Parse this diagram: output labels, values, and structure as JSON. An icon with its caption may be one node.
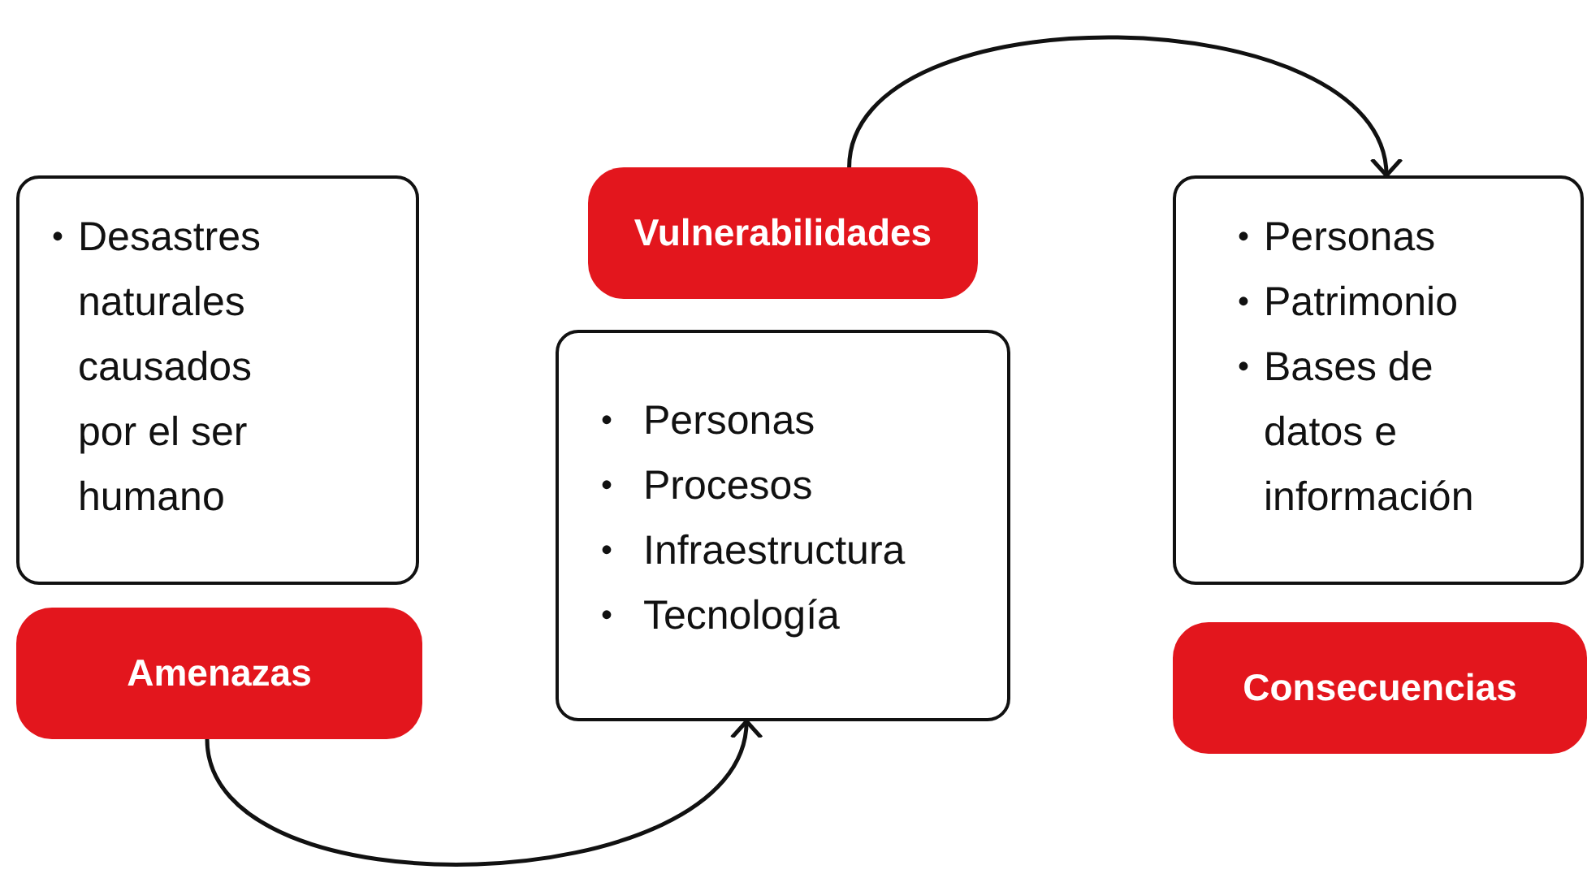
{
  "diagram": {
    "nodes": [
      {
        "text": [
          "Desastres naturales causados por el ser humano"
        ]
      },
      {
        "text": [
          "Amenazas"
        ]
      },
      {
        "text": [
          "Vulnerabilidades"
        ]
      },
      {
        "text": [
          "Personas",
          "Procesos",
          "Infraestructura",
          "Tecnología"
        ]
      },
      {
        "text": [
          "Personas",
          "Patrimonio",
          "Bases de datos e información"
        ]
      },
      {
        "text": [
          "Consecuencias"
        ]
      }
    ],
    "edges": [
      {
        "from": 1,
        "to": 3,
        "arrow": "to"
      },
      {
        "from": 2,
        "to": 4,
        "arrow": "to"
      }
    ],
    "labels": [
      "•",
      "•",
      "•",
      "•",
      "•",
      "•",
      "•",
      "•"
    ]
  }
}
